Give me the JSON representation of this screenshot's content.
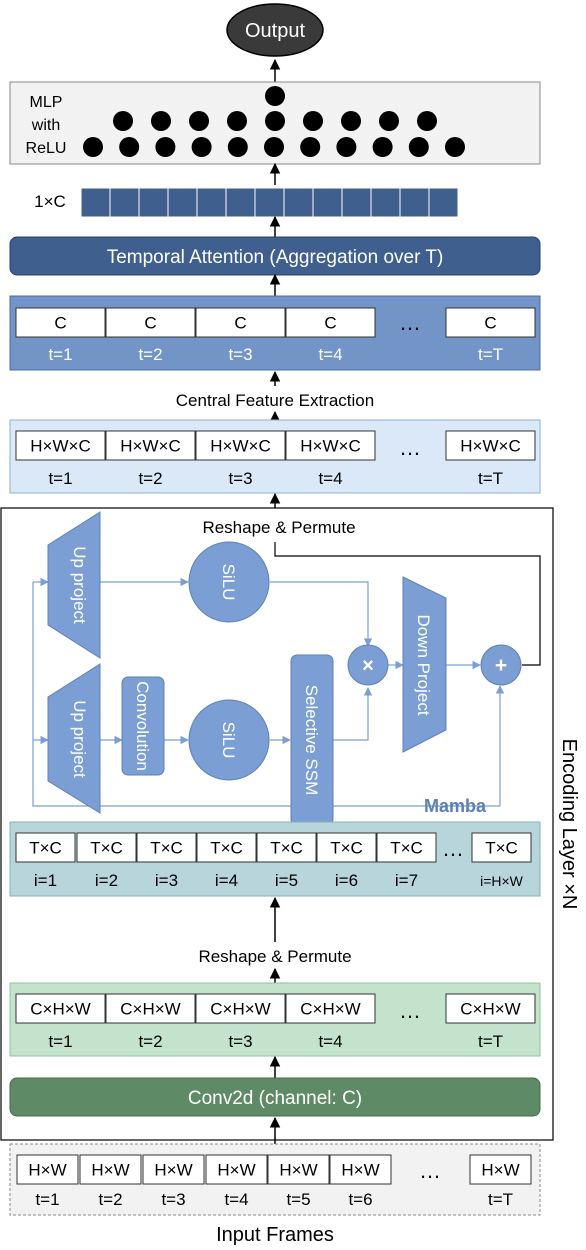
{
  "output": {
    "label": "Output"
  },
  "mlp": {
    "label_lines": [
      "MLP",
      "with",
      "ReLU"
    ]
  },
  "vector": {
    "label": "1×C",
    "cell_count": 13
  },
  "temporal_attention": {
    "label": "Temporal Attention (Aggregation over T)"
  },
  "frame_features": {
    "cells": [
      "C",
      "C",
      "C",
      "C",
      "C"
    ],
    "times": [
      "t=1",
      "t=2",
      "t=3",
      "t=4",
      "t=T"
    ],
    "ellipsis": "…"
  },
  "central_extraction": {
    "label": "Central Feature Extraction"
  },
  "spatial_features": {
    "cells": [
      "H×W×C",
      "H×W×C",
      "H×W×C",
      "H×W×C",
      "H×W×C"
    ],
    "times": [
      "t=1",
      "t=2",
      "t=3",
      "t=4",
      "t=T"
    ],
    "ellipsis": "…"
  },
  "encoding_layer": {
    "label": "Encoding Layer ×N",
    "reshape_top": "Reshape & Permute",
    "reshape_bottom": "Reshape & Permute",
    "mamba": {
      "label": "Mamba",
      "up_project_1": "Up project",
      "up_project_2": "Up project",
      "convolution": "Convolution",
      "silu_1": "SiLU",
      "silu_2": "SiLU",
      "selective_ssm": "Selective SSM",
      "down_project": "Down Project",
      "multiply": "×",
      "add": "+"
    },
    "tokens": {
      "cells": [
        "T×C",
        "T×C",
        "T×C",
        "T×C",
        "T×C",
        "T×C",
        "T×C",
        "T×C"
      ],
      "indices": [
        "i=1",
        "i=2",
        "i=3",
        "i=4",
        "i=5",
        "i=6",
        "i=7",
        "i=H×W"
      ],
      "ellipsis": "…"
    },
    "feature_maps": {
      "cells": [
        "C×H×W",
        "C×H×W",
        "C×H×W",
        "C×H×W",
        "C×H×W"
      ],
      "times": [
        "t=1",
        "t=2",
        "t=3",
        "t=4",
        "t=T"
      ],
      "ellipsis": "…"
    },
    "conv2d": {
      "label": "Conv2d (channel: C)"
    }
  },
  "input_frames": {
    "label": "Input Frames",
    "cells": [
      "H×W",
      "H×W",
      "H×W",
      "H×W",
      "H×W",
      "H×W",
      "H×W"
    ],
    "times": [
      "t=1",
      "t=2",
      "t=3",
      "t=4",
      "t=5",
      "t=6",
      "t=T"
    ],
    "ellipsis": "…"
  },
  "colors": {
    "dark_blue": "#3f5f8e",
    "mid_blue": "#7294c7",
    "light_blue": "#dae8f7",
    "teal": "#b7d5da",
    "light_green": "#c3e3cc",
    "dark_green": "#5f8a66",
    "mamba_blue": "#7b9fd4"
  }
}
